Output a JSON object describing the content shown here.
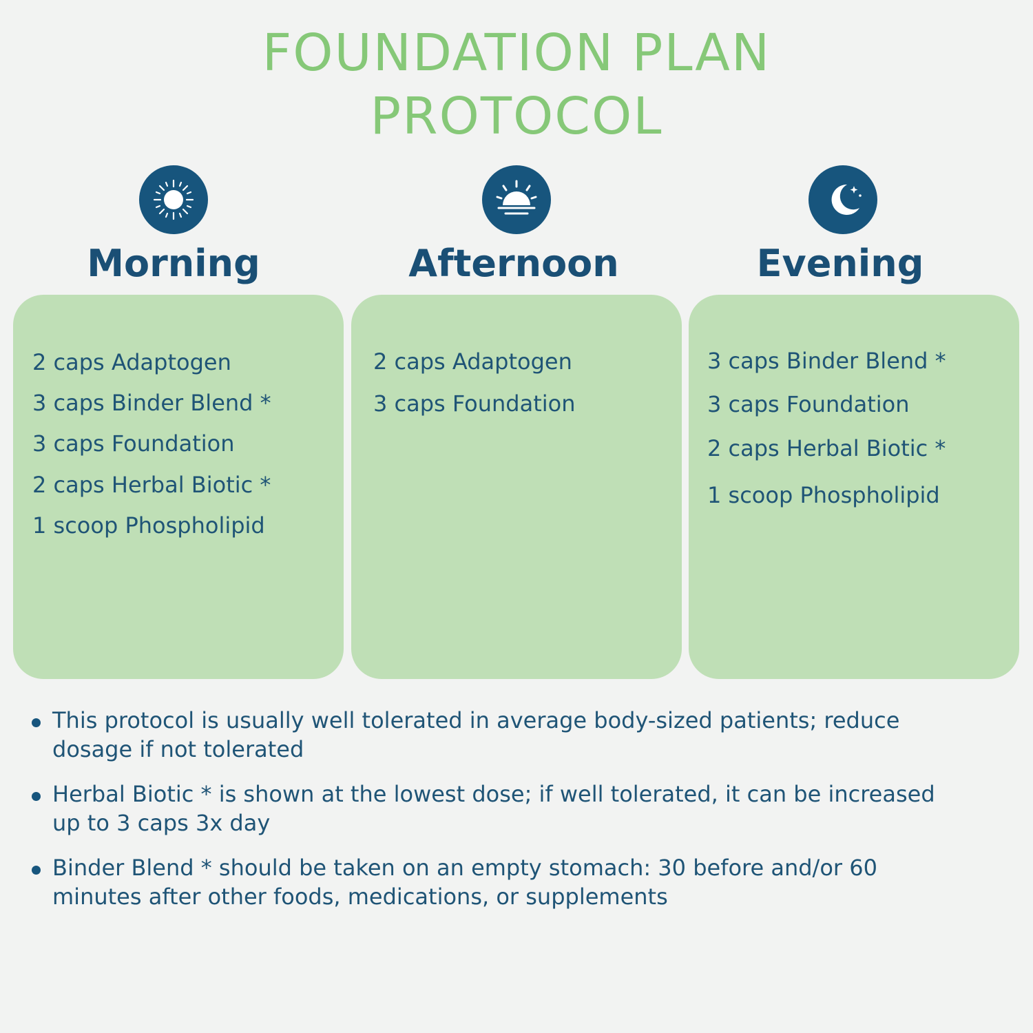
{
  "title": {
    "line1": "FOUNDATION PLAN",
    "line2": "PROTOCOL"
  },
  "colors": {
    "title_green": "#86c878",
    "card_green": "#bfdfb6",
    "navy": "#17557d",
    "background": "#f2f3f2"
  },
  "periods": [
    {
      "label": "Morning",
      "icon": "sun-icon",
      "items": [
        "2 caps Adaptogen",
        "3 caps Binder Blend *",
        "3 caps Foundation",
        "2 caps Herbal Biotic *",
        "1 scoop Phospholipid"
      ]
    },
    {
      "label": "Afternoon",
      "icon": "sunset-icon",
      "items": [
        "2 caps Adaptogen",
        "3 caps Foundation"
      ]
    },
    {
      "label": "Evening",
      "icon": "moon-icon",
      "items": [
        "3 caps Binder Blend *",
        "3 caps Foundation",
        "2 caps Herbal Biotic *",
        "1 scoop Phospholipid"
      ]
    }
  ],
  "notes": [
    "This protocol is usually well tolerated in average body-sized patients; reduce dosage if not tolerated",
    "Herbal Biotic * is shown at the lowest dose; if well tolerated, it can be increased up to 3 caps 3x day",
    "Binder Blend * should be taken on an empty stomach: 30 before and/or 60 minutes after other foods, medications, or supplements"
  ]
}
